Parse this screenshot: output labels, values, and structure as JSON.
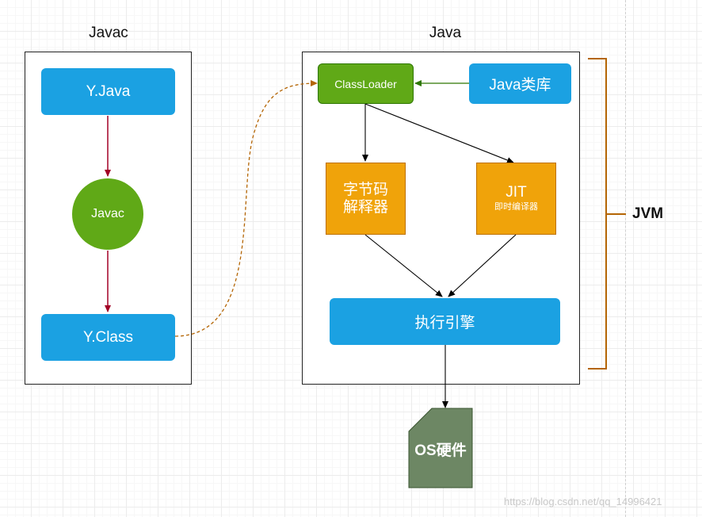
{
  "titles": {
    "javac": "Javac",
    "java": "Java"
  },
  "javac_panel": {
    "source_file": "Y.Java",
    "compiler": "Javac",
    "class_file": "Y.Class"
  },
  "java_panel": {
    "classloader": "ClassLoader",
    "library": "Java类库",
    "interpreter_line1": "字节码",
    "interpreter_line2": "解释器",
    "jit_line1": "JIT",
    "jit_line2": "即时编译器",
    "engine": "执行引擎"
  },
  "jvm_label": "JVM",
  "os_label": "OS硬件",
  "watermark": "https://blog.csdn.net/qq_14996421",
  "colors": {
    "blue": "#1ba1e2",
    "green": "#60a917",
    "orange": "#f0a30a",
    "crimson_arrow": "#a20025",
    "bracket": "#b46504",
    "os_card": "#6d8764"
  }
}
